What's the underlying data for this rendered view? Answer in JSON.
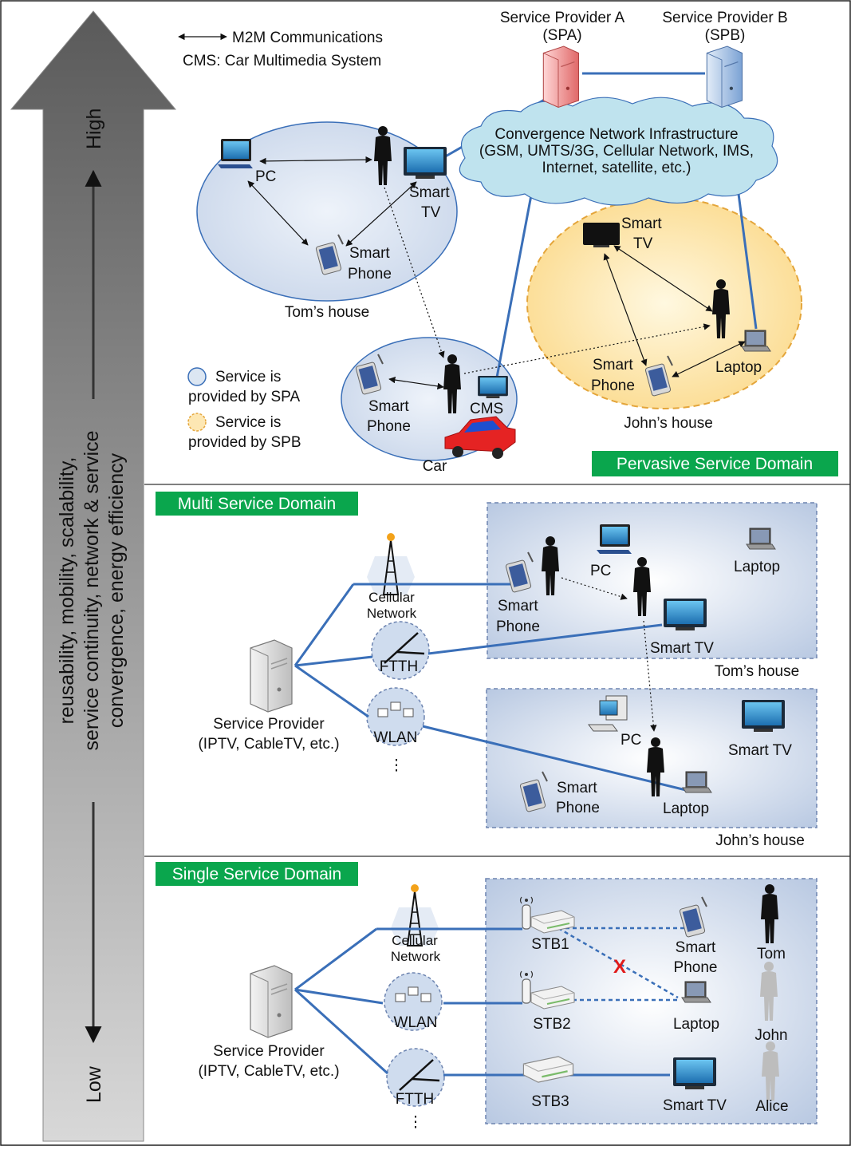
{
  "axis": {
    "high": "High",
    "low": "Low",
    "line1": "reusability, mobility, scalability,",
    "line2": "service continuity, network & service",
    "line3": "convergence, energy efficiency"
  },
  "legend": {
    "m2m": "M2M Communications",
    "cms": "CMS: Car Multimedia System",
    "spa_1": "Service is",
    "spa_2": "provided by SPA",
    "spb_1": "Service is",
    "spb_2": "provided by SPB"
  },
  "pervasive": {
    "badge": "Pervasive Service Domain",
    "spa_1": "Service Provider A",
    "spa_2": "(SPA)",
    "spb_1": "Service Provider B",
    "spb_2": "(SPB)",
    "cloud_1": "Convergence Network Infrastructure",
    "cloud_2": "(GSM, UMTS/3G, Cellular Network, IMS,",
    "cloud_3": "Internet, satellite, etc.)",
    "tom_pc": "PC",
    "tom_tv_1": "Smart",
    "tom_tv_2": "TV",
    "tom_phone_1": "Smart",
    "tom_phone_2": "Phone",
    "tom_house": "Tom’s house",
    "car_phone_1": "Smart",
    "car_phone_2": "Phone",
    "car_cms": "CMS",
    "car": "Car",
    "john_tv_1": "Smart",
    "john_tv_2": "TV",
    "john_phone_1": "Smart",
    "john_phone_2": "Phone",
    "john_laptop": "Laptop",
    "john_house": "John’s house"
  },
  "multi": {
    "badge": "Multi Service Domain",
    "cell_1": "Cellular",
    "cell_2": "Network",
    "ftth": "FTTH",
    "wlan": "WLAN",
    "dots": "⋮",
    "sp_1": "Service Provider",
    "sp_2": "(IPTV, CableTV, etc.)",
    "tom_phone_1": "Smart",
    "tom_phone_2": "Phone",
    "tom_pc": "PC",
    "tom_laptop": "Laptop",
    "tom_tv": "Smart TV",
    "tom_house": "Tom’s house",
    "john_pc": "PC",
    "john_tv": "Smart TV",
    "john_phone_1": "Smart",
    "john_phone_2": "Phone",
    "john_laptop": "Laptop",
    "john_house": "John’s house"
  },
  "single": {
    "badge": "Single Service Domain",
    "cell_1": "Cellular",
    "cell_2": "Network",
    "wlan": "WLAN",
    "ftth": "FTTH",
    "dots": "⋮",
    "sp_1": "Service Provider",
    "sp_2": "(IPTV, CableTV, etc.)",
    "stb1": "STB1",
    "stb2": "STB2",
    "stb3": "STB3",
    "phone_1": "Smart",
    "phone_2": "Phone",
    "laptop": "Laptop",
    "tv": "Smart TV",
    "tom": "Tom",
    "john": "John",
    "alice": "Alice",
    "x": "X"
  },
  "colors": {
    "badge_green": "#0aa64d",
    "link_blue": "#3a6fb8",
    "spa_fill": "#dce6f2",
    "spb_fill": "#fde7b3",
    "cloud": "#bfe3ee"
  }
}
